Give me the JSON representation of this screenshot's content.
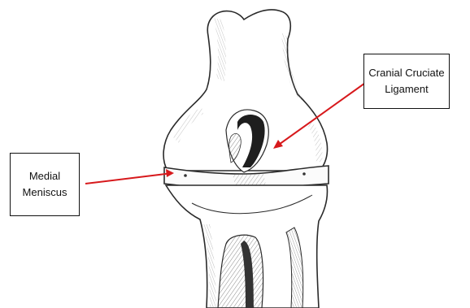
{
  "labels": {
    "medial_meniscus": {
      "line1": "Medial",
      "line2": "Meniscus"
    },
    "cranial_cruciate": {
      "line1": "Cranial Cruciate",
      "line2": "Ligament"
    }
  },
  "colors": {
    "arrow": "#d7191c",
    "line_art": "#2a2a2a"
  }
}
